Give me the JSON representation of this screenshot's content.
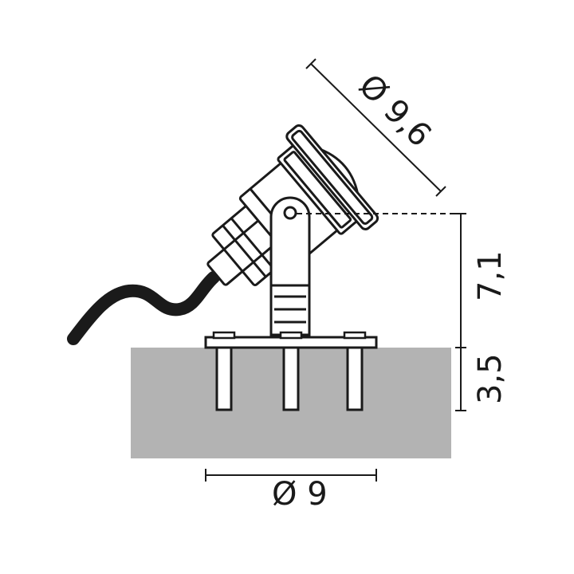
{
  "dimensions": {
    "head_diameter": "Ø 9,6",
    "height_above": "7,1",
    "depth_below": "3,5",
    "base_diameter": "Ø 9"
  },
  "colors": {
    "line": "#1a1a1a",
    "ground": "#b3b3b3",
    "cable": "#1a1a1a",
    "background": "#ffffff"
  }
}
